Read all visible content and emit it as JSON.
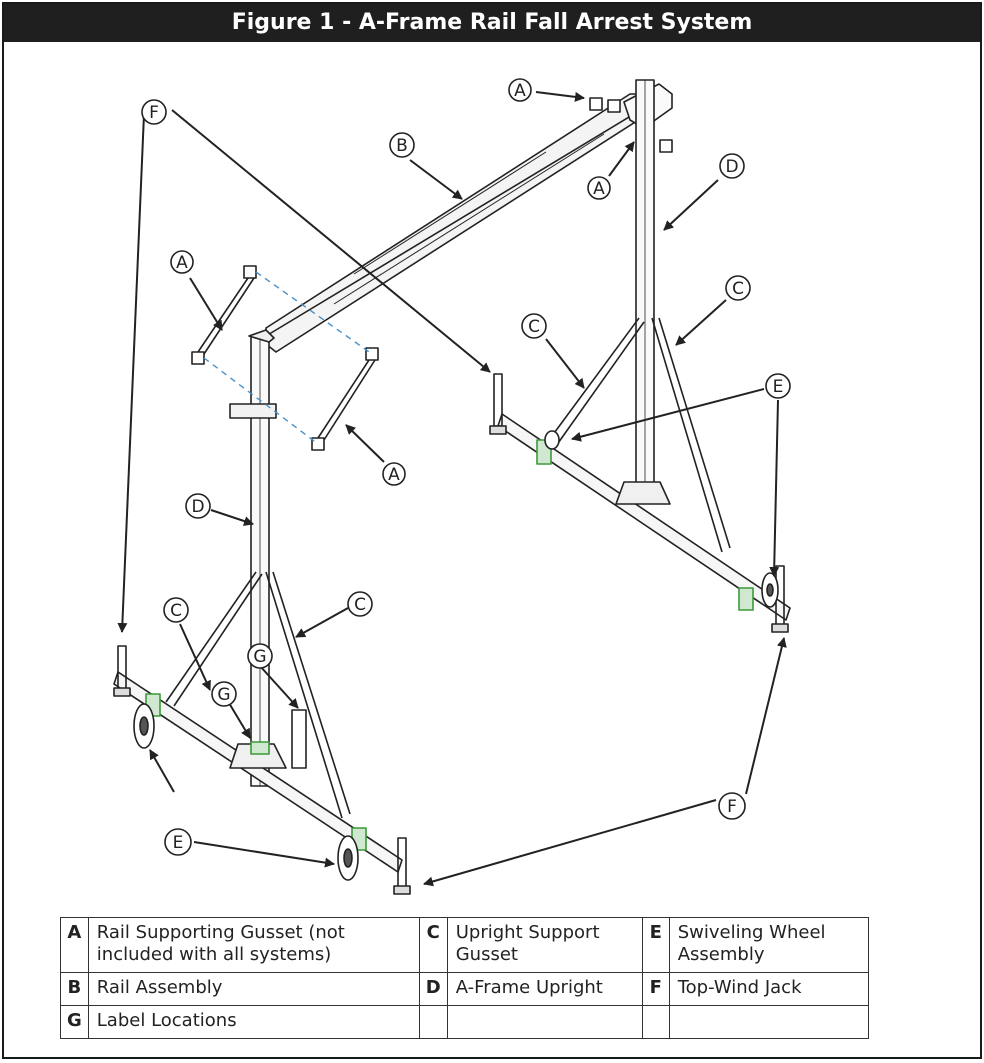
{
  "title": "Figure 1 - A-Frame Rail Fall Arrest System",
  "callout_letters": {
    "A": "A",
    "B": "B",
    "C": "C",
    "D": "D",
    "E": "E",
    "F": "F",
    "G": "G"
  },
  "legend": {
    "rows": [
      [
        {
          "key": "A",
          "label": "Rail Supporting Gusset (not included with all systems)"
        },
        {
          "key": "C",
          "label": "Upright Support Gusset"
        },
        {
          "key": "E",
          "label": "Swiveling Wheel Assembly"
        }
      ],
      [
        {
          "key": "B",
          "label": "Rail Assembly"
        },
        {
          "key": "D",
          "label": "A-Frame Upright"
        },
        {
          "key": "F",
          "label": "Top-Wind Jack"
        }
      ],
      [
        {
          "key": "G",
          "label": "Label Locations"
        },
        {
          "key": "",
          "label": ""
        },
        {
          "key": "",
          "label": ""
        }
      ]
    ]
  },
  "colors": {
    "title_bg": "#1f1f1f",
    "line": "#222222",
    "accent_green": "#3a9a3a",
    "dash_blue": "#4a90c8"
  }
}
